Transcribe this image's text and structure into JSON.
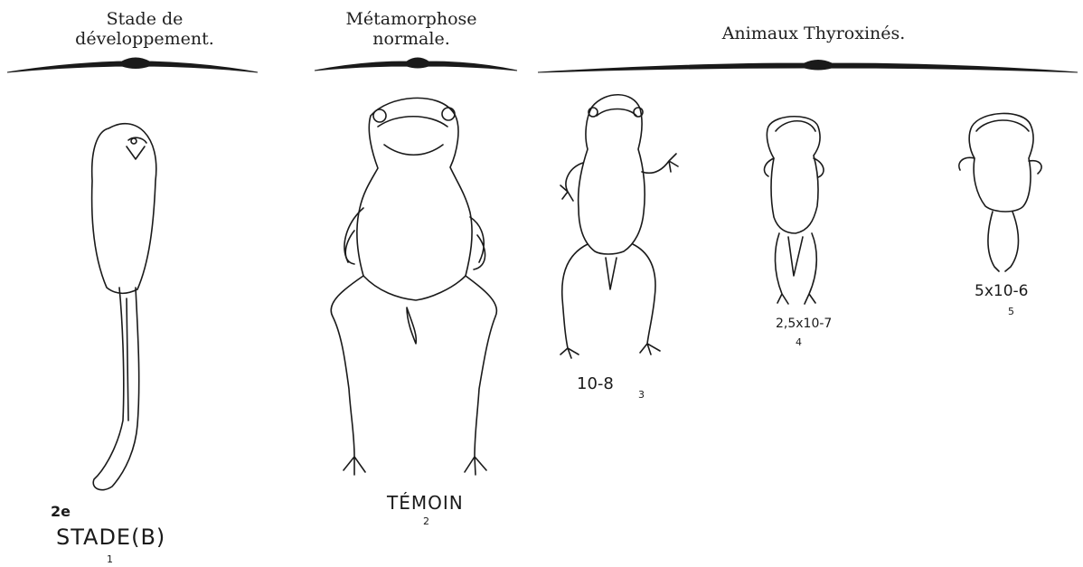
{
  "headers": {
    "stage": [
      "Stade de",
      "développement."
    ],
    "normal": [
      "Métamorphose",
      "normale."
    ],
    "treated": "Animaux Thyroxinés."
  },
  "specimens": [
    {
      "label_top": "2e",
      "label": "STADE(B)",
      "number": "1"
    },
    {
      "label": "TÉMOIN",
      "number": "2"
    },
    {
      "label": "10-8",
      "number": "3"
    },
    {
      "label": "2,5x10-7",
      "number": "4"
    },
    {
      "label": "5x10-6",
      "number": "5"
    }
  ]
}
